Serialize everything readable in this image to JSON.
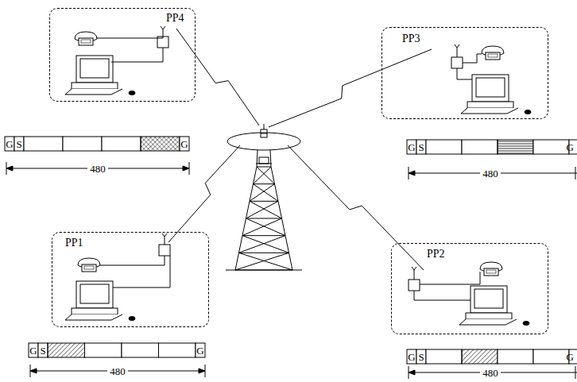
{
  "diagram": {
    "nodes": [
      {
        "text": [
          "PP4"
        ]
      },
      {
        "text": [
          "PP3"
        ]
      },
      {
        "text": [
          "PP1"
        ]
      },
      {
        "text": [
          "PP2"
        ]
      }
    ],
    "labels": [
      "G",
      "S",
      "G",
      "480",
      "G",
      "S",
      "G",
      "480",
      "G",
      "S",
      "G",
      "480",
      "G",
      "S",
      "G",
      "480"
    ]
  }
}
